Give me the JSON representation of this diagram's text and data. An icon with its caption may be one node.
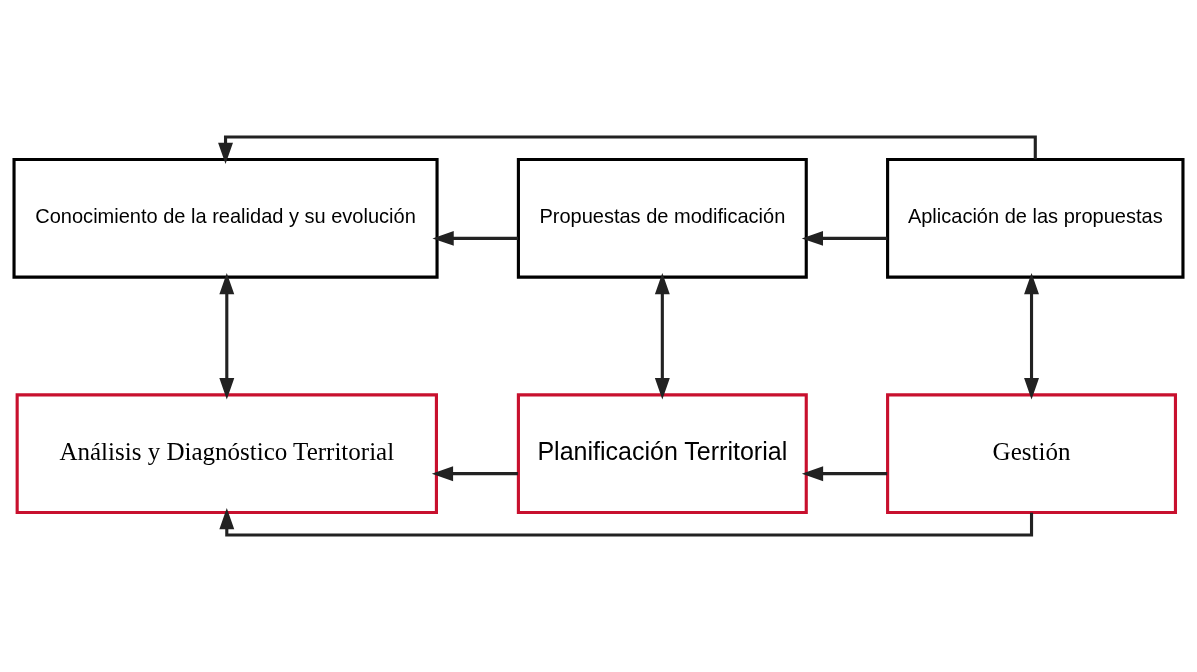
{
  "diagram": {
    "nodes": [
      {
        "text": [
          "Conocimiento de la realidad y su evolución"
        ]
      },
      {
        "text": [
          "Propuestas de modificación"
        ]
      },
      {
        "text": [
          "Aplicación de las propuestas"
        ]
      },
      {
        "text": [
          "Análisis y Diagnóstico Territorial"
        ]
      },
      {
        "text": [
          "Planificación Territorial"
        ]
      },
      {
        "text": [
          "Gestión"
        ]
      }
    ],
    "edges": [
      {
        "from": 2,
        "to": 0,
        "arrow": "to"
      },
      {
        "from": 1,
        "to": 0,
        "arrow": "to"
      },
      {
        "from": 2,
        "to": 1,
        "arrow": "to"
      },
      {
        "from": 0,
        "to": 3,
        "arrow": "both"
      },
      {
        "from": 1,
        "to": 4,
        "arrow": "both"
      },
      {
        "from": 2,
        "to": 5,
        "arrow": "both"
      },
      {
        "from": 4,
        "to": 3,
        "arrow": "to"
      },
      {
        "from": 5,
        "to": 4,
        "arrow": "to"
      },
      {
        "from": 5,
        "to": 3,
        "arrow": "to"
      }
    ]
  }
}
